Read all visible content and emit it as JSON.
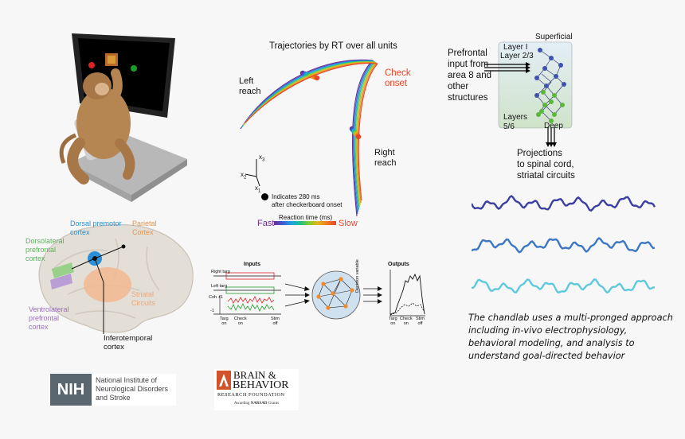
{
  "trajectories": {
    "title": "Trajectories by RT over all units",
    "left_reach": [
      "Left",
      "reach"
    ],
    "right_reach": [
      "Right",
      "reach"
    ],
    "check_onset": [
      "Check",
      "onset"
    ],
    "axes": {
      "x3": "x",
      "x3_sub": "3",
      "x2": "x",
      "x2_sub": "2",
      "x1": "x",
      "x1_sub": "1"
    },
    "legend_dot": [
      "Indicates 280 ms",
      "after checkerboard onset"
    ],
    "colorbar_label": "Reaction time (ms)",
    "fast": "Fast",
    "slow": "Slow",
    "colors": [
      "#6a2c91",
      "#3f5bd6",
      "#1fa3e0",
      "#20c08a",
      "#8ccc2c",
      "#e8b21e",
      "#f07a25",
      "#e8462a"
    ]
  },
  "cortex": {
    "superficial": "Superficial",
    "input": [
      "Prefrontal",
      "input from",
      "area 8 and",
      "other",
      "structures"
    ],
    "layer1": "Layer I",
    "layer23": "Layer 2/3",
    "layer56": [
      "Layers",
      "5/6"
    ],
    "deep": "Deep",
    "projections": [
      "Projections",
      "to spinal cord,",
      "striatal circuits"
    ]
  },
  "brain": {
    "dorsal_premotor": [
      "Dorsal premotor",
      "cortex"
    ],
    "parietal": [
      "Parietal",
      "Cortex"
    ],
    "dlpfc": [
      "Dorsolateral",
      "prefrontal",
      "cortex"
    ],
    "striatal": [
      "Striatal",
      "Circuits"
    ],
    "vlpfc": [
      "Ventrolateral",
      "prefrontal",
      "cortex"
    ],
    "inferotemporal": [
      "Inferotemporal",
      "cortex"
    ],
    "colors": {
      "premotor": "#2a8fd6",
      "parietal": "#e8924a",
      "dlpfc": "#5db35a",
      "striatal": "#e8a87c",
      "vlpfc": "#9b6fc0"
    }
  },
  "model": {
    "inputs": "Inputs",
    "outputs": "Outputs",
    "right_targ": "Right targ",
    "left_targ": "Left targ",
    "coh": "Coh",
    "plus1": "+1",
    "minus1": "-1",
    "x_targ": [
      "Targ",
      "on"
    ],
    "x_check": [
      "Check",
      "on"
    ],
    "x_stim": [
      "Stim",
      "off"
    ],
    "decision_variable": "Decision variable"
  },
  "caption": "The chandlab uses a multi-pronged approach including in-vivo electrophysiology, behavioral modeling, and analysis to understand goal-directed behavior",
  "nih": {
    "mark": "NIH",
    "name": [
      "National Institute of",
      "Neurological Disorders",
      "and Stroke"
    ]
  },
  "bbrf": {
    "line1": "BRAIN &",
    "line2": "BEHAVIOR",
    "line3": "RESEARCH FOUNDATION",
    "tagline_pre": "Awarding ",
    "tagline_bold": "NARSAD",
    "tagline_post": " Grants"
  },
  "waves": {
    "colors": [
      "#3b3fa0",
      "#3c77c4",
      "#5ec9dc"
    ]
  }
}
